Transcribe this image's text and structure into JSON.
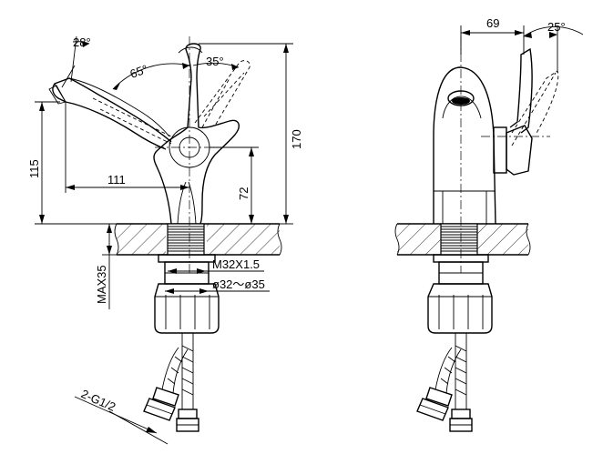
{
  "front_view": {
    "dims": {
      "spout_tilt": "28°",
      "lever_angle_65": "65°",
      "lever_angle_35": "35°",
      "height_total": "170",
      "height_spout": "115",
      "height_lever_pivot": "72",
      "reach": "111",
      "thread": "M32X1.5",
      "hole": "ø32～ø35",
      "max_thickness": "MAX35",
      "hose": "2-G1/2"
    }
  },
  "side_view": {
    "dims": {
      "lever_offset": "69",
      "lever_angle_25": "25°"
    }
  }
}
